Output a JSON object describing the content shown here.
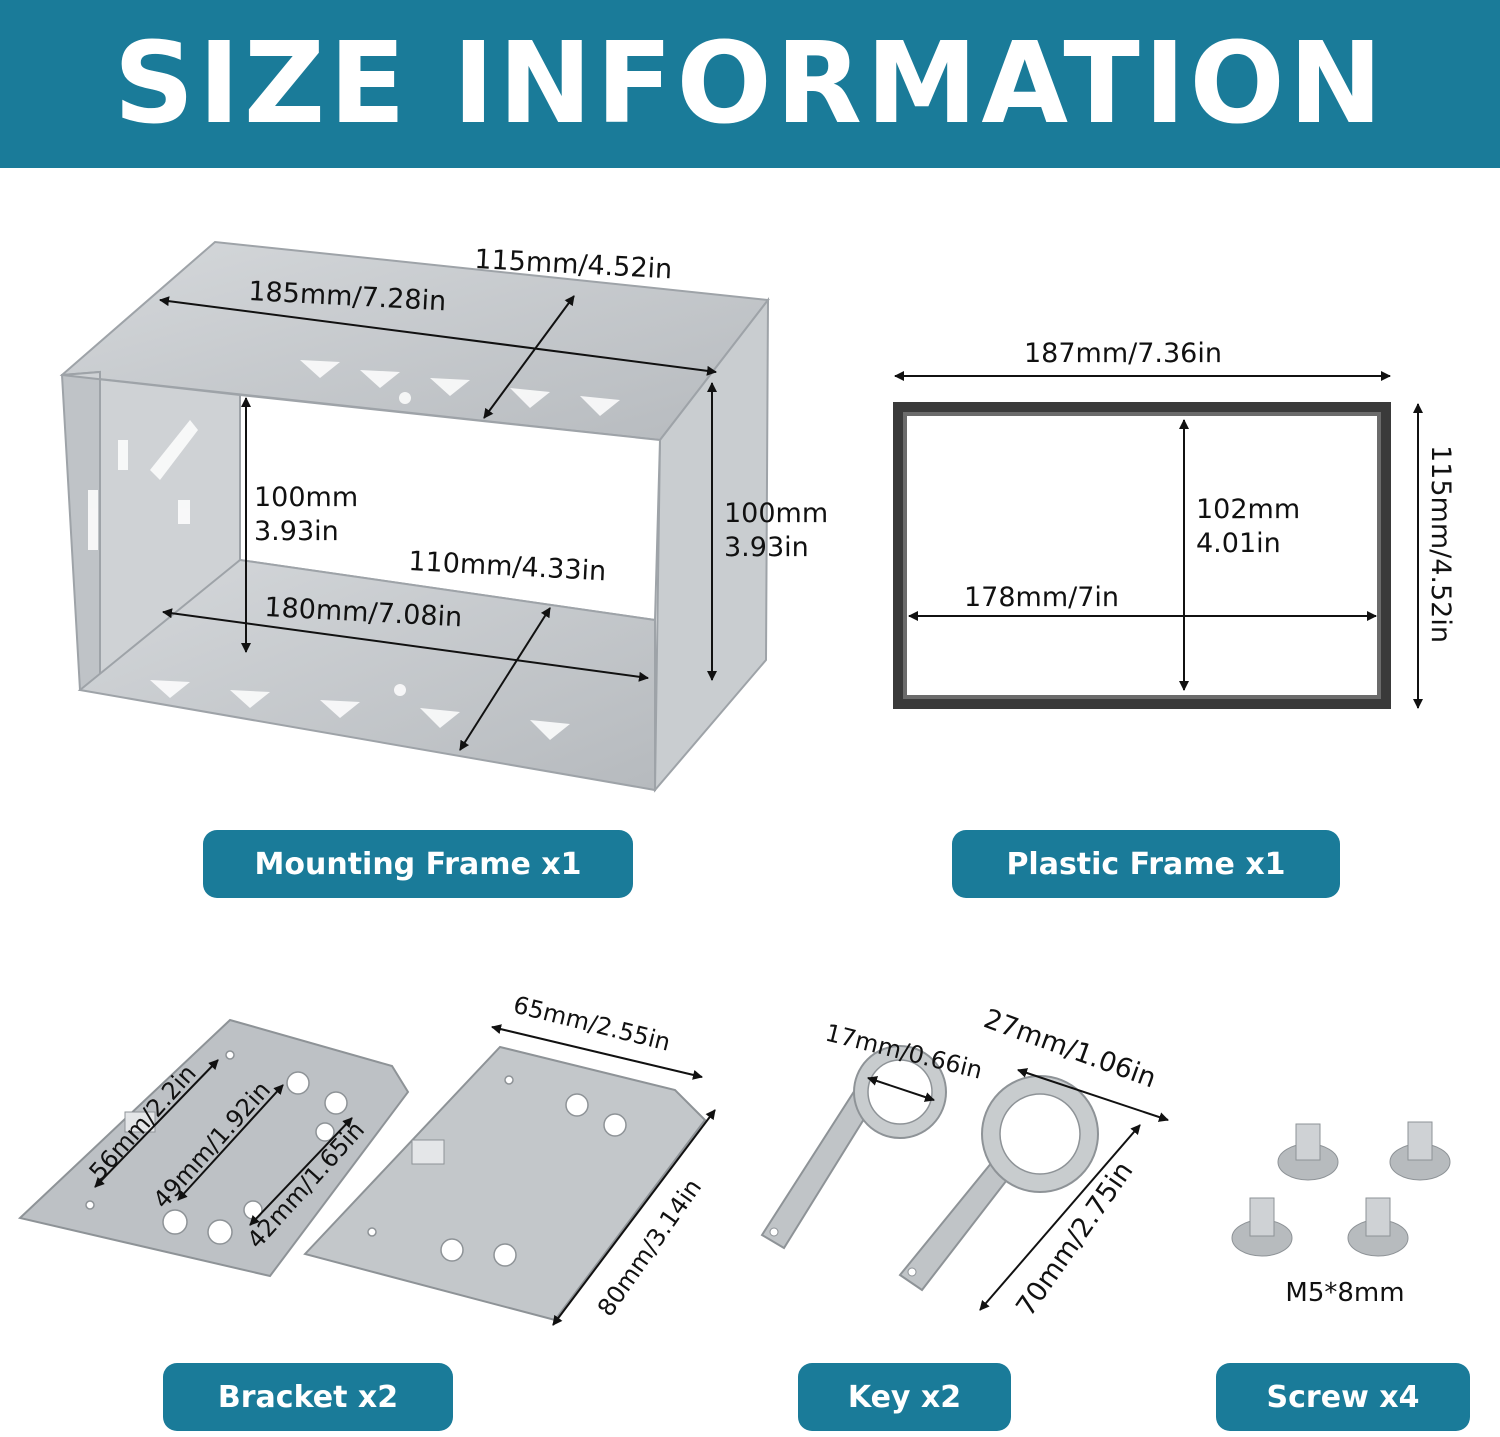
{
  "title": "SIZE INFORMATION",
  "labels": {
    "mounting_frame": "Mounting Frame x1",
    "plastic_frame": "Plastic Frame x1",
    "bracket": "Bracket x2",
    "key": "Key x2",
    "screw": "Screw x4"
  },
  "dimensions": {
    "mf_depth_top": "115mm/4.52in",
    "mf_width_top": "185mm/7.28in",
    "mf_height_left_1": "100mm",
    "mf_height_left_2": "3.93in",
    "mf_height_right_1": "100mm",
    "mf_height_right_2": "3.93in",
    "mf_depth_bottom": "110mm/4.33in",
    "mf_width_bottom": "180mm/7.08in",
    "pf_width_outer": "187mm/7.36in",
    "pf_height_outer": "115mm/4.52in",
    "pf_height_inner_1": "102mm",
    "pf_height_inner_2": "4.01in",
    "pf_width_inner": "178mm/7in",
    "br_width": "65mm/2.55in",
    "br_height": "80mm/3.14in",
    "br_hole_1": "56mm/2.2in",
    "br_hole_2": "49mm/1.92in",
    "br_hole_3": "42mm/1.65in",
    "key_ring_1": "17mm/0.66in",
    "key_ring_2": "27mm/1.06in",
    "key_length": "70mm/2.75in",
    "screw_size": "M5*8mm"
  },
  "colors": {
    "accent": "#1a7b99",
    "metal": "#c3c7cb",
    "plastic": "#3a3a3a"
  }
}
